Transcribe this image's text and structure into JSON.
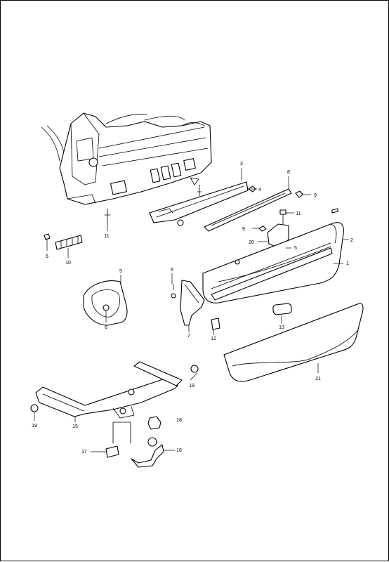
{
  "diagram": {
    "type": "exploded-parts-view",
    "callouts": {
      "c1": "1",
      "c2": "2",
      "c3": "3",
      "c4": "4",
      "c5a": "5",
      "c5b": "5",
      "c6a": "6",
      "c6b": "6",
      "c6c": "6",
      "c7": "7",
      "c8": "8",
      "c9a": "9",
      "c9b": "9",
      "c10": "10",
      "c11a": "11",
      "c11b": "11",
      "c12": "12",
      "c13": "13",
      "c15": "15",
      "c16": "16",
      "c17": "17",
      "c18": "18",
      "c19a": "19",
      "c19b": "19",
      "c20": "20",
      "c21": "21"
    }
  }
}
